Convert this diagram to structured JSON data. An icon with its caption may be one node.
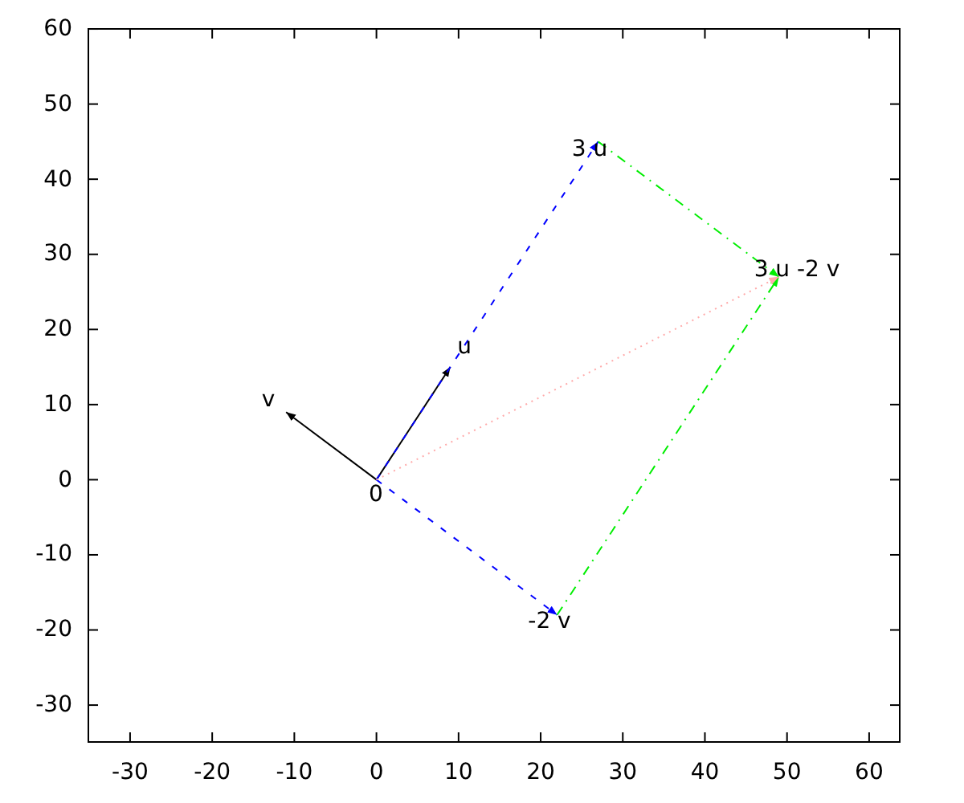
{
  "diagram": {
    "nodes": [
      {
        "text": [
          "3 u"
        ]
      },
      {
        "text": [
          "3 u -2 v"
        ]
      },
      {
        "text": [
          "u"
        ]
      },
      {
        "text": [
          "v"
        ]
      },
      {
        "text": [
          "0"
        ]
      },
      {
        "text": [
          "-2 v"
        ]
      }
    ],
    "edges": [
      {
        "from": 4,
        "to": 2,
        "arrow": "to"
      },
      {
        "from": 4,
        "to": 3,
        "arrow": "to"
      },
      {
        "from": 4,
        "to": 0,
        "arrow": "to",
        "style": "dashed",
        "color": "#0000ff"
      },
      {
        "from": 0,
        "to": 1,
        "arrow": "to",
        "style": "dashed",
        "color": "#00ee00"
      },
      {
        "from": 4,
        "to": 5,
        "arrow": "to",
        "style": "dashed",
        "color": "#0000ff"
      },
      {
        "from": 5,
        "to": 1,
        "arrow": "to",
        "style": "dashed",
        "color": "#00ee00"
      },
      {
        "from": 4,
        "to": 1,
        "arrow": "to",
        "style": "dashed",
        "color": "#ffaaaa"
      }
    ],
    "labels": [
      "60",
      "50",
      "40",
      "30",
      "20",
      "10",
      "0",
      "-10",
      "-20",
      "-30",
      "-30",
      "-20",
      "-10",
      "0",
      "10",
      "20",
      "30",
      "40",
      "50",
      "60"
    ]
  }
}
